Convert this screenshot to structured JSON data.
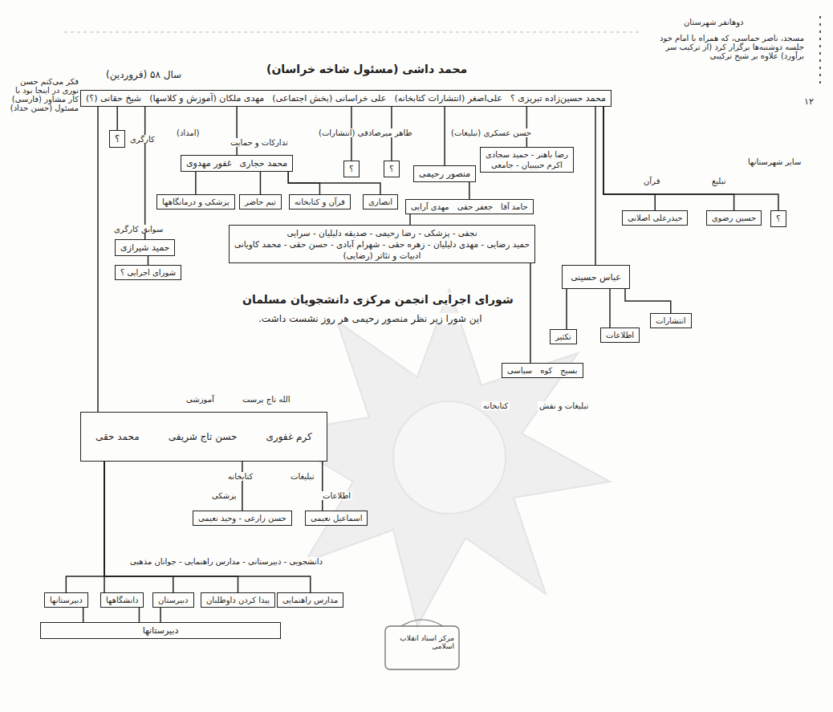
{
  "diagram": {
    "title": "محمد داشی (مسئول شاخه خراسان)",
    "nodes": [
      {
        "text": [
          "محمد حسین‌زاده تبریزی ؟",
          "علی‌اصغر (انتشارات کتابخانه)",
          "علی خراسانی (بخش اجتماعی)",
          "مهدی ملکان (آموزش و کلاسها)",
          "شیخ حقانی (؟)"
        ]
      },
      {
        "text": [
          "؟"
        ]
      },
      {
        "text": [
          "محمد حجاری",
          "غفور مهدوی"
        ]
      },
      {
        "text": [
          "پزشکی و درمانگاهها"
        ]
      },
      {
        "text": [
          "تیم حاضر"
        ]
      },
      {
        "text": [
          "قرآن و کتابخانه"
        ]
      },
      {
        "text": [
          "انصاری"
        ]
      },
      {
        "text": [
          "؟"
        ]
      },
      {
        "text": [
          "؟"
        ]
      },
      {
        "text": [
          "منصور رحیمی"
        ]
      },
      {
        "text": [
          "رضا باهنر - حمید سجادی",
          "اکرم حبیبیان - جامعی"
        ]
      },
      {
        "text": [
          "حامد آقا",
          "جعفر حقی",
          "مهدی آرایی"
        ]
      },
      {
        "text": [
          "نجفی - پزشکی - رضا رحیمی - صدیقه دلیلیان - سرایی",
          "حمید رضایی - مهدی دلیلیان - زهره حقی - شهرام آبادی - حسن حقی - محمد کاویانی",
          "ادبیات و تئاتر (رضایی)"
        ]
      },
      {
        "text": [
          "حمید شیرازی"
        ]
      },
      {
        "text": [
          "شورای اجرایی ؟"
        ]
      },
      {
        "text": [
          "؟"
        ]
      },
      {
        "text": [
          "حسین رضوی"
        ]
      },
      {
        "text": [
          "حیدرعلی اصلانی"
        ]
      },
      {
        "text": [
          "عباس حسینی"
        ]
      },
      {
        "text": [
          "انتشارات"
        ]
      },
      {
        "text": [
          "اطلاعات"
        ]
      },
      {
        "text": [
          "تکثیر"
        ]
      },
      {
        "text": [
          "بسیج",
          "کوه",
          "سیاسی"
        ]
      },
      {
        "text": [
          "کرم غفوری",
          "حسن تاج شریفی",
          "محمد حقی"
        ]
      },
      {
        "text": [
          "اسماعیل نعیمی"
        ]
      },
      {
        "text": [
          "حسن زارعی - وحید نعیمی"
        ]
      },
      {
        "text": [
          "دبیرستانها"
        ]
      },
      {
        "text": [
          "دانشگاهها"
        ]
      },
      {
        "text": [
          "دبیرستان"
        ]
      },
      {
        "text": [
          "پیدا کردن داوطلبان"
        ]
      },
      {
        "text": [
          "مدارس راهنمایی"
        ]
      },
      {
        "text": [
          "دبیرستانها"
        ]
      }
    ],
    "edges": [
      {
        "from": 0,
        "to": 1,
        "arrow": "none"
      },
      {
        "from": 0,
        "to": 13,
        "arrow": "none"
      },
      {
        "from": 0,
        "to": 23,
        "arrow": "none"
      },
      {
        "from": 0,
        "to": 2,
        "arrow": "none"
      },
      {
        "from": 2,
        "to": 3,
        "arrow": "none"
      },
      {
        "from": 2,
        "to": 4,
        "arrow": "none"
      },
      {
        "from": 2,
        "to": 5,
        "arrow": "none"
      },
      {
        "from": 2,
        "to": 6,
        "arrow": "none"
      },
      {
        "from": 0,
        "to": 7,
        "arrow": "none"
      },
      {
        "from": 0,
        "to": 8,
        "arrow": "none"
      },
      {
        "from": 0,
        "to": 9,
        "arrow": "none"
      },
      {
        "from": 0,
        "to": 10,
        "arrow": "none"
      },
      {
        "from": 9,
        "to": 11,
        "arrow": "none"
      },
      {
        "from": 11,
        "to": 12,
        "arrow": "none"
      },
      {
        "from": 0,
        "to": 18,
        "arrow": "none"
      },
      {
        "from": 18,
        "to": 19,
        "arrow": "none"
      },
      {
        "from": 18,
        "to": 20,
        "arrow": "none"
      },
      {
        "from": 18,
        "to": 21,
        "arrow": "none"
      },
      {
        "from": 0,
        "to": 17,
        "arrow": "none"
      },
      {
        "from": 0,
        "to": 16,
        "arrow": "none"
      },
      {
        "from": 0,
        "to": 15,
        "arrow": "none"
      },
      {
        "from": 12,
        "to": 22,
        "arrow": "none"
      },
      {
        "from": 13,
        "to": 14,
        "arrow": "none"
      },
      {
        "from": 23,
        "to": 25,
        "arrow": "none"
      },
      {
        "from": 23,
        "to": 24,
        "arrow": "none"
      },
      {
        "from": 23,
        "to": 26,
        "arrow": "none"
      },
      {
        "from": 23,
        "to": 27,
        "arrow": "none"
      },
      {
        "from": 23,
        "to": 28,
        "arrow": "none"
      },
      {
        "from": 23,
        "to": 29,
        "arrow": "none"
      },
      {
        "from": 23,
        "to": 30,
        "arrow": "none"
      },
      {
        "from": 26,
        "to": 31,
        "arrow": "none"
      },
      {
        "from": 27,
        "to": 31,
        "arrow": "none"
      },
      {
        "from": 28,
        "to": 31,
        "arrow": "none"
      }
    ],
    "labels": [
      "سال ۵۸ (فروردین)",
      "فکر می‌کنم حسن نوری در اینجا بود با کار مشاور (فارسی) مسئول (حسن حداد)",
      "دوهانفر شهرستان",
      "مسجد، ناصر حماسی، که همراه با امام خود جلسه دوشنبه‌ها برگزار کرد (از ترکیب سر برآورد) علاوه بر شیخ ترکیبی",
      "۱۲",
      "کارگری",
      "(امداد)",
      "تدارکات و حمایت",
      "طاهر میرصادقی (انتشارات)",
      "حسن عسکری (تبلیغات)",
      "قرآن",
      "تبلیغ",
      "سایر شهرستانها",
      "سوابق کارگری",
      "شورای اجرایی انجمن مرکزی دانشجویان مسلمان",
      "این شورا زیر نظر منصور رحیمی هر روز نشست داشت.",
      "کتابخانه",
      "تبلیغات و نقش",
      "آموزشی",
      "الله تاج پرست",
      "کتابخانه",
      "تبلیغات",
      "پزشکی",
      "اطلاعات",
      "دانشجویی - دبیرستانی - مدارس راهنمایی - جوانان مذهبی",
      "مرکز اسناد انقلاب اسلامی"
    ]
  }
}
